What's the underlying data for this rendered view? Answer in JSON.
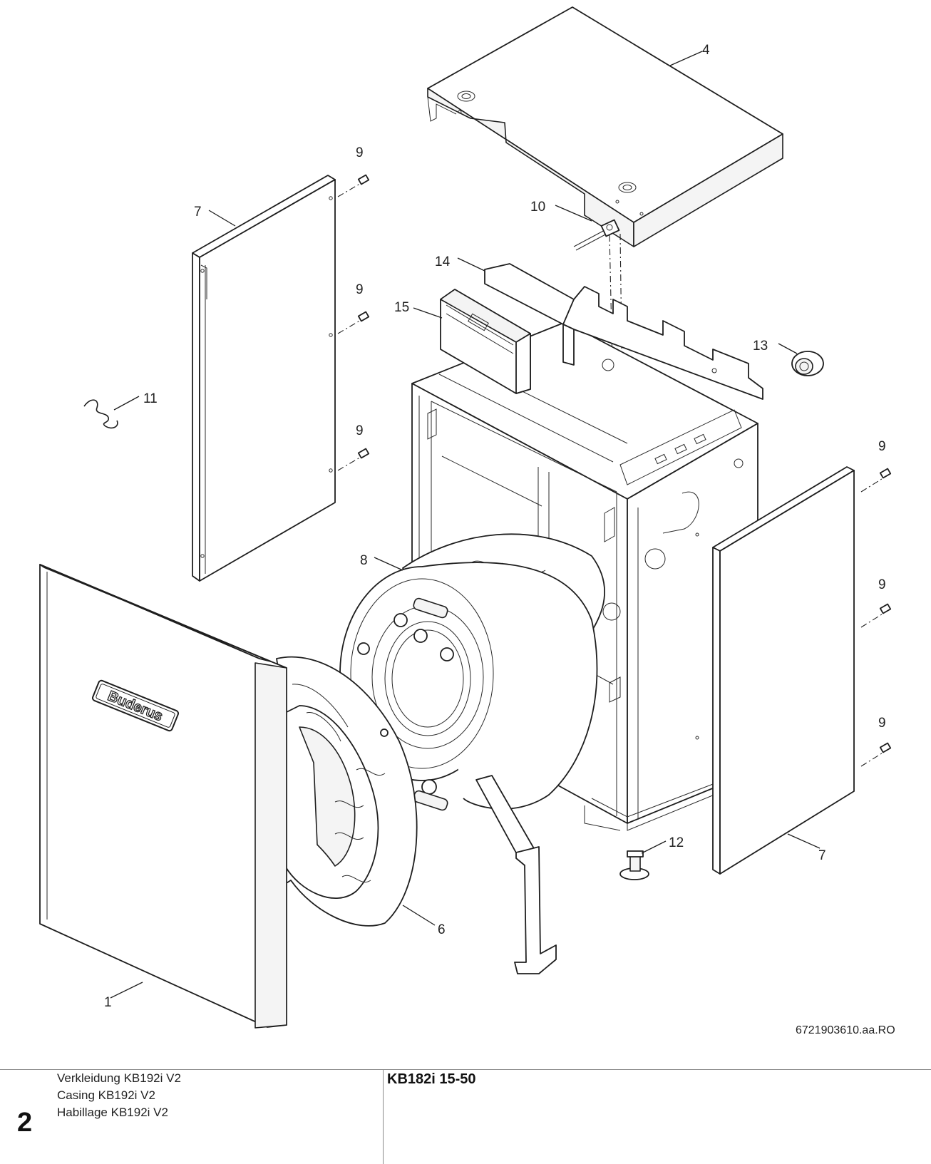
{
  "drawing": {
    "callouts": [
      {
        "id": "c4",
        "label": "4"
      },
      {
        "id": "c9a",
        "label": "9"
      },
      {
        "id": "c10",
        "label": "10"
      },
      {
        "id": "c7a",
        "label": "7"
      },
      {
        "id": "c14",
        "label": "14"
      },
      {
        "id": "c9b",
        "label": "9"
      },
      {
        "id": "c15",
        "label": "15"
      },
      {
        "id": "c13",
        "label": "13"
      },
      {
        "id": "c11",
        "label": "11"
      },
      {
        "id": "c9c",
        "label": "9"
      },
      {
        "id": "c9d",
        "label": "9"
      },
      {
        "id": "c8",
        "label": "8"
      },
      {
        "id": "c9e",
        "label": "9"
      },
      {
        "id": "c9f",
        "label": "9"
      },
      {
        "id": "c12",
        "label": "12"
      },
      {
        "id": "c7b",
        "label": "7"
      },
      {
        "id": "c6",
        "label": "6"
      },
      {
        "id": "c1",
        "label": "1"
      }
    ],
    "brand_logo": "Buderus",
    "reference": "6721903610.aa.RO"
  },
  "footer": {
    "page_number": "2",
    "captions": [
      "Verkleidung KB192i V2",
      "Casing KB192i V2",
      "Habillage KB192i V2"
    ],
    "model": "KB182i 15-50"
  }
}
